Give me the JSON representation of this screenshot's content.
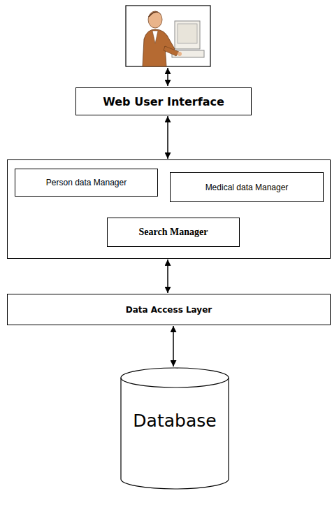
{
  "diagram": {
    "nodes": [
      {
        "text": [
          "Web User Interface"
        ]
      },
      {
        "text": []
      },
      {
        "text": [
          "Person data Manager"
        ],
        "in": 1
      },
      {
        "text": [
          "Medical data Manager"
        ],
        "in": 1
      },
      {
        "text": [
          "Search Manager"
        ],
        "in": 1
      },
      {
        "text": [
          "Data Access Layer"
        ]
      },
      {
        "text": [
          "Database"
        ]
      }
    ],
    "edges": [
      {
        "from": 0,
        "to": 1,
        "arrow": "both"
      },
      {
        "from": 1,
        "to": 5,
        "arrow": "both"
      },
      {
        "from": 5,
        "to": 6,
        "arrow": "both"
      }
    ]
  }
}
